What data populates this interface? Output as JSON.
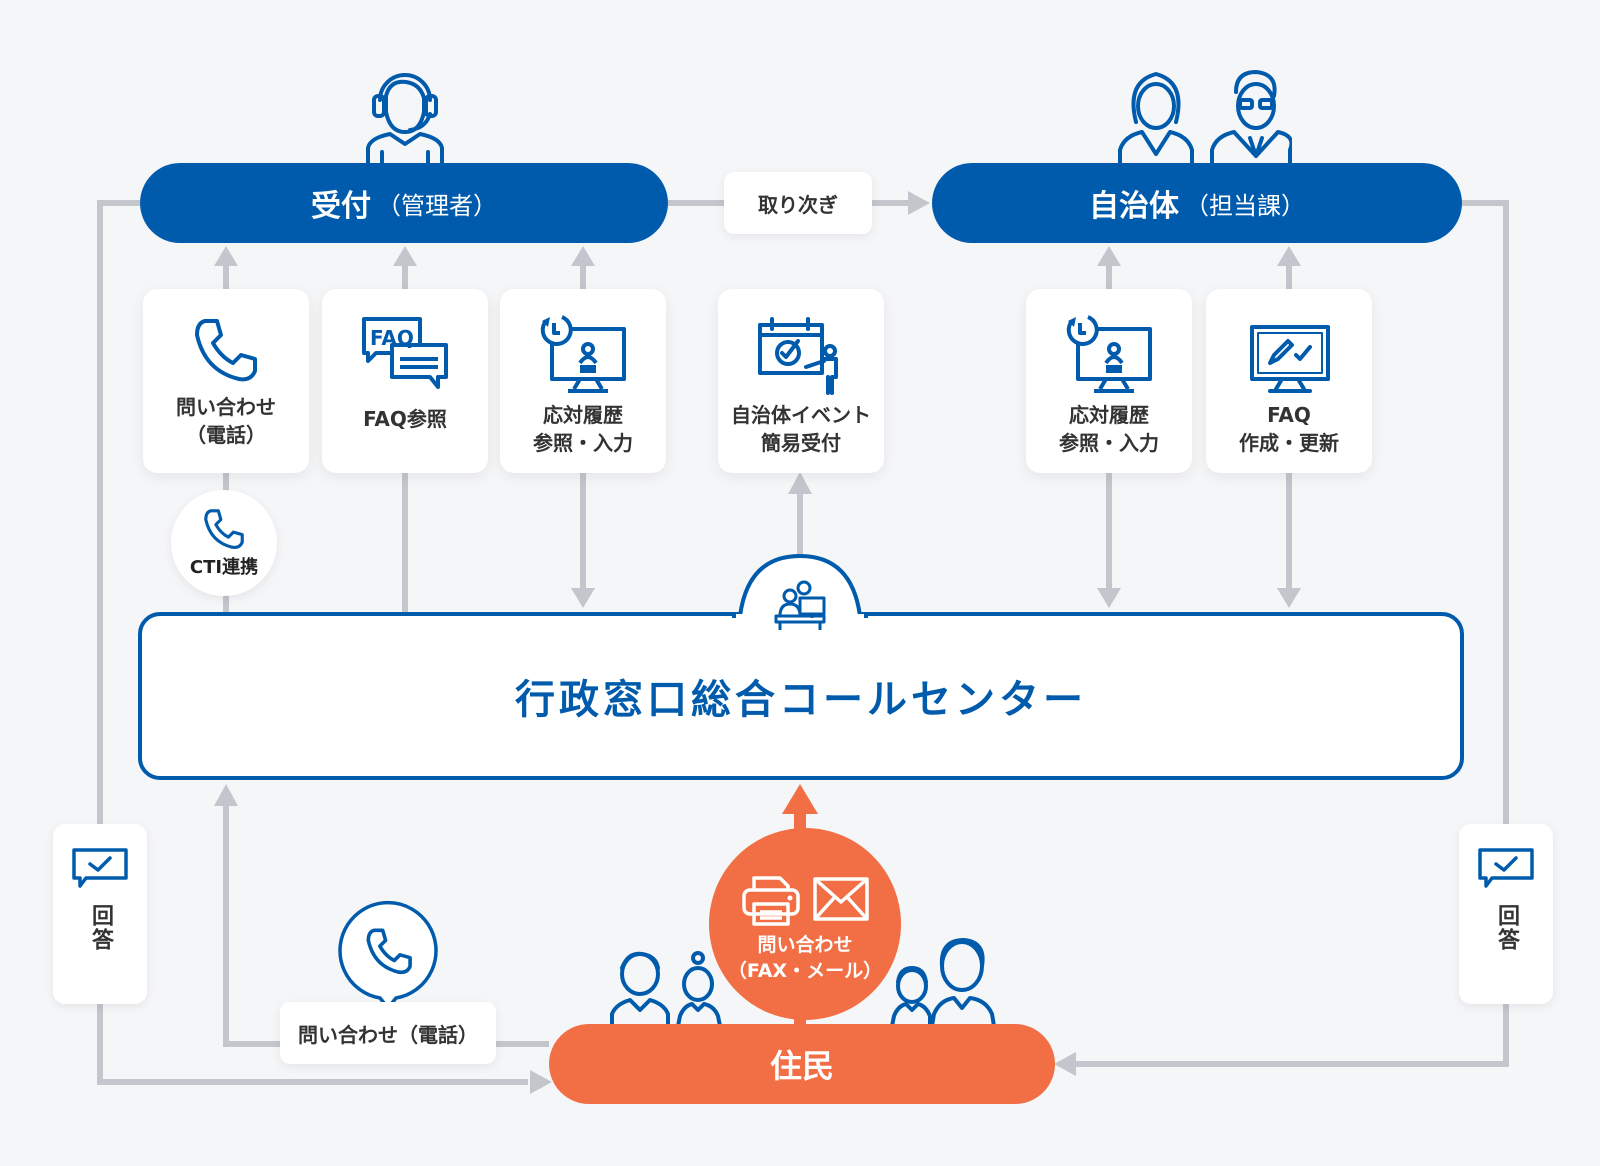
{
  "colors": {
    "primary_blue": "#005bac",
    "accent_orange": "#f26f45",
    "connector_gray": "#c3c6cc",
    "background": "#f5f6f8",
    "card": "#ffffff"
  },
  "reception": {
    "title": "受付",
    "subtitle": "（管理者）",
    "icon": "operator-headset-icon"
  },
  "municipality": {
    "title": "自治体",
    "subtitle": "（担当課）",
    "icon": "staff-pair-icon"
  },
  "handoff": {
    "label": "取り次ぎ"
  },
  "reception_functions": [
    {
      "line1": "問い合わせ",
      "line2": "（電話）",
      "icon": "phone-icon"
    },
    {
      "line1": "FAQ参照",
      "line2": "",
      "icon": "faq-bubbles-icon"
    },
    {
      "line1": "応対履歴",
      "line2": "参照・入力",
      "icon": "history-monitor-icon"
    }
  ],
  "event_function": {
    "line1": "自治体イベント",
    "line2": "簡易受付",
    "icon": "event-calendar-presenter-icon"
  },
  "municipality_functions": [
    {
      "line1": "応対履歴",
      "line2": "参照・入力",
      "icon": "history-monitor-icon"
    },
    {
      "line1": "FAQ",
      "line2": "作成・更新",
      "icon": "edit-monitor-icon"
    }
  ],
  "cti": {
    "label": "CTI連携",
    "icon": "phone-icon"
  },
  "call_center": {
    "title": "行政窓口総合コールセンター",
    "icon": "desk-operator-icon"
  },
  "answer_left": {
    "label": "回答",
    "icon": "check-speech-bubble-icon"
  },
  "answer_right": {
    "label": "回答",
    "icon": "check-speech-bubble-icon"
  },
  "phone_inquiry": {
    "label": "問い合わせ（電話）",
    "icon": "phone-pin-icon"
  },
  "fax_mail_inquiry": {
    "line1": "問い合わせ",
    "line2": "（FAX・メール）",
    "icons": [
      "fax-icon",
      "mail-icon"
    ]
  },
  "residents": {
    "label": "住民",
    "icon": "residents-group-icon"
  }
}
